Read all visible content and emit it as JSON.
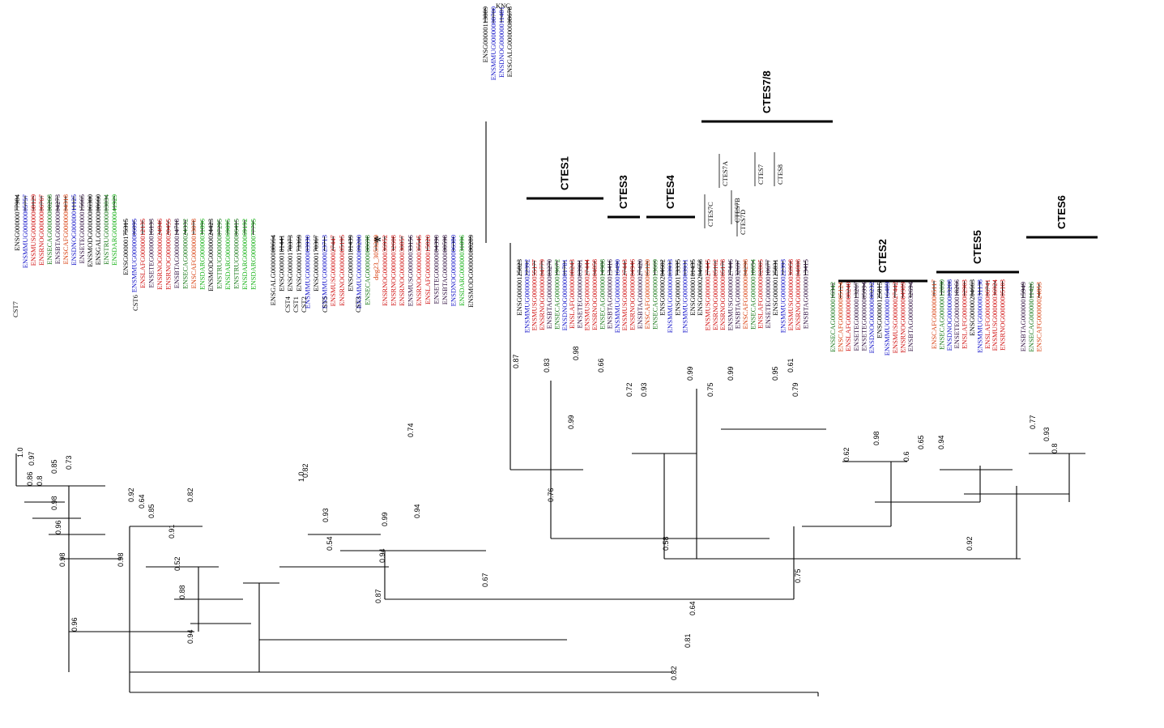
{
  "colors": {
    "human": "#000000",
    "mouse": "#1010c8",
    "rat": "#d01010",
    "cow": "#301040",
    "horse": "#187818",
    "dog": "#d84010",
    "zebrafish": "#10b010",
    "zfish": "#a000a0"
  },
  "top_label": "KNC",
  "asterisk": "*",
  "clades": [
    "CTES1",
    "CTES3",
    "CTES4",
    "CTES7/8",
    "CTES2",
    "CTES5",
    "CTES6"
  ],
  "subclades": [
    "CTES7C",
    "CTES7A",
    "CTES7",
    "CTES8",
    "CTES7B",
    "CTES7D"
  ],
  "cst_labels": [
    "CST7",
    "CST6",
    "CST4",
    "CST1",
    "CST2",
    "CST5",
    "CST3"
  ],
  "leaves": [
    [
      "ENSG00000077984",
      "human"
    ],
    [
      "ENSMMUG00000005757",
      "mouse"
    ],
    [
      "ENSMUSG00000068129",
      "rat"
    ],
    [
      "ENSRNOG00000006767",
      "rat"
    ],
    [
      "ENSECAG00000000268",
      "horse"
    ],
    [
      "ENSBTAG00000004273",
      "cow"
    ],
    [
      "ENSCAFG00000004318",
      "dog"
    ],
    [
      "ENSDNOG00000011125",
      "mouse"
    ],
    [
      "ENSETEG00000015665",
      "cow"
    ],
    [
      "ENSMODG00000006300",
      "human"
    ],
    [
      "ENSGALG00000008660",
      "human"
    ],
    [
      "ENSTRUG00000003834",
      "horse"
    ],
    [
      "ENSDARG00000041929",
      "zebrafish"
    ],
    [
      "ENSG00000175315",
      "human"
    ],
    [
      "ENSMMUG00000006095",
      "mouse"
    ],
    [
      "ENSLAFG00000012135",
      "rat"
    ],
    [
      "ENSETEG00000016133",
      "cow"
    ],
    [
      "ENSRNOG00000024846",
      "rat"
    ],
    [
      "ENSRNOG00000020455",
      "rat"
    ],
    [
      "ENSBTAG00000014718",
      "cow"
    ],
    [
      "ENSECAG00000024332",
      "horse"
    ],
    [
      "ENSCAFG00000013078",
      "dog"
    ],
    [
      "ENSDARG00000031896",
      "zebrafish"
    ],
    [
      "ENSMODG00000024423",
      "human"
    ],
    [
      "ENSTRUG00000007295",
      "horse"
    ],
    [
      "ENSDARG00000069095",
      "zebrafish"
    ],
    [
      "ENSTRUG00000006415",
      "horse"
    ],
    [
      "ENSDARG00000069192",
      "zebrafish"
    ],
    [
      "ENSDARG00000077795",
      "zebrafish"
    ],
    [
      "ENSGALG00000008664",
      "human"
    ],
    [
      "ENSG00000101441",
      "human"
    ],
    [
      "ENSG00000170373",
      "human"
    ],
    [
      "ENSG00000173369",
      "human"
    ],
    [
      "ENSMMUG00000003930",
      "mouse"
    ],
    [
      "ENSG00000170367",
      "human"
    ],
    [
      "ENSMMUG00000023713",
      "mouse"
    ],
    [
      "ENSMUSG00000027447",
      "rat"
    ],
    [
      "ENSRNOG00000005195",
      "rat"
    ],
    [
      "ENSG00000101439",
      "human"
    ],
    [
      "ENSMMUG00000009200",
      "mouse"
    ],
    [
      "ENSECAG00000008698",
      "horse"
    ],
    [
      "dog23_3053209",
      "dog"
    ],
    [
      "ENSRNOG00000036952",
      "rat"
    ],
    [
      "ENSRNOG00000032608",
      "rat"
    ],
    [
      "ENSRNOG00000030857",
      "rat"
    ],
    [
      "ENSMUSG00000033156",
      "cow"
    ],
    [
      "ENSRNOG00000035545",
      "rat"
    ],
    [
      "ENSLAFG00000015020",
      "rat"
    ],
    [
      "ENSETEG00000004390",
      "cow"
    ],
    [
      "ENSBTAG00000000598",
      "cow"
    ],
    [
      "ENSDNOG00000006380",
      "mouse"
    ],
    [
      "ENSDARG00000031096",
      "zebrafish"
    ],
    [
      "ENSMODG00000000289",
      "human"
    ],
    [
      "ENSG00000113889",
      "human"
    ],
    [
      "ENSMMUG00000008700",
      "mouse"
    ],
    [
      "ENSDNOG00000011481",
      "mouse"
    ],
    [
      "ENSGALG00000008678",
      "human"
    ],
    [
      "ENSG00000125823",
      "human"
    ],
    [
      "ENSMMUG00000022392",
      "mouse"
    ],
    [
      "ENSMUSG00000055177",
      "rat"
    ],
    [
      "ENSRNOG00000004779",
      "rat"
    ],
    [
      "ENSBTAG00000003270",
      "cow"
    ],
    [
      "ENSECAG00000019672",
      "horse"
    ],
    [
      "ENSDNOG00000001781",
      "mouse"
    ],
    [
      "ENSLAFG00000008243",
      "rat"
    ],
    [
      "ENSETEG00000003901",
      "cow"
    ],
    [
      "ENSMUSG00000027444",
      "rat"
    ],
    [
      "ENSRNOG00000004858",
      "rat"
    ],
    [
      "ENSECAG00000014988",
      "horse"
    ],
    [
      "ENSBTAG00000013416",
      "cow"
    ],
    [
      "ENSMMUG00000016490",
      "mouse"
    ],
    [
      "ENSMUSG00000027443",
      "rat"
    ],
    [
      "ENSRNOG00000004946",
      "rat"
    ],
    [
      "ENSBTAG00000027420",
      "cow"
    ],
    [
      "ENSCAFG00000005120",
      "dog"
    ],
    [
      "ENSECAG00000013669",
      "horse"
    ],
    [
      "ENSG00000204602",
      "human"
    ],
    [
      "ENSMMUG00000003933",
      "mouse"
    ],
    [
      "ENSG00000173335",
      "human"
    ],
    [
      "ENSMMUG00000003931",
      "mouse"
    ],
    [
      "ENSG00000101435",
      "human"
    ],
    [
      "ENSG00000204658",
      "human"
    ],
    [
      "ENSMUSG00000027445",
      "rat"
    ],
    [
      "ENSRNOG00000005162",
      "rat"
    ],
    [
      "ENSRNOG00000005178",
      "rat"
    ],
    [
      "ENSMUSG00000027446",
      "cow"
    ],
    [
      "ENSBTAG00000032697",
      "cow"
    ],
    [
      "ENSCAFG00000004298",
      "dog"
    ],
    [
      "ENSECAG00000010654",
      "horse"
    ],
    [
      "ENSLAFG00000002805",
      "rat"
    ],
    [
      "ENSETEG00000010677",
      "cow"
    ],
    [
      "ENSG00000125831",
      "human"
    ],
    [
      "ENSMMUG00000022393",
      "mouse"
    ],
    [
      "ENSMUSG00000036958",
      "rat"
    ],
    [
      "ENSRNOG00000004808",
      "rat"
    ],
    [
      "ENSBTAG00000013415",
      "cow"
    ],
    [
      "ENSECAG00000016342",
      "horse"
    ],
    [
      "ENSCAFG00000005124",
      "dog"
    ],
    [
      "ENSLAFG00000008240",
      "rat"
    ],
    [
      "ENSETEG00000013267",
      "cow"
    ],
    [
      "ENSETEG00000005994",
      "cow"
    ],
    [
      "ENSDNOG00000008232",
      "mouse"
    ],
    [
      "ENSG00000125815",
      "human"
    ],
    [
      "ENSMMUG00000016489",
      "mouse"
    ],
    [
      "ENSMUSG00000027442",
      "rat"
    ],
    [
      "ENSRNOG00000004989",
      "rat"
    ],
    [
      "ENSBTAG00000032694",
      "cow"
    ],
    [
      "ENSCAFG00000005117",
      "dog"
    ],
    [
      "ENSECAG00000012090",
      "horse"
    ],
    [
      "ENSDNOG00000003208",
      "mouse"
    ],
    [
      "ENSETEG00000018266",
      "cow"
    ],
    [
      "ENSLAFG00000002903",
      "rat"
    ],
    [
      "ENSG00000204663",
      "human"
    ],
    [
      "ENSMMUG00000031138",
      "mouse"
    ],
    [
      "ENSLAFG00000006741",
      "rat"
    ],
    [
      "ENSMUSG00000036924",
      "rat"
    ],
    [
      "ENSRNOG00000005103",
      "rat"
    ],
    [
      "ENSBTAG00000015949",
      "cow"
    ],
    [
      "ENSECAG00000011426",
      "horse"
    ],
    [
      "ENSCAFG00000024853",
      "dog"
    ]
  ],
  "support_values": [
    "1.0",
    "0.97",
    "0.86",
    "0.8",
    "0.85",
    "0.73",
    "0.98",
    "0.96",
    "0.98",
    "0.96",
    "0.98",
    "0.92",
    "0.64",
    "0.85",
    "0.82",
    "0.91",
    "0.52",
    "0.88",
    "0.94",
    "0.82",
    "1.0",
    "0.93",
    "0.54",
    "0.99",
    "0.74",
    "0.94",
    "0.87",
    "0.94",
    "0.67",
    "0.64",
    "0.81",
    "0.82",
    "0.87",
    "0.83",
    "0.98",
    "0.66",
    "0.72",
    "0.93",
    "0.99",
    "0.75",
    "0.99",
    "0.95",
    "0.79",
    "0.61",
    "0.76",
    "0.99",
    "0.58",
    "0.75",
    "0.62",
    "0.98",
    "0.6",
    "0.65",
    "0.94",
    "0.93",
    "0.77",
    "0.8",
    "0.92"
  ]
}
